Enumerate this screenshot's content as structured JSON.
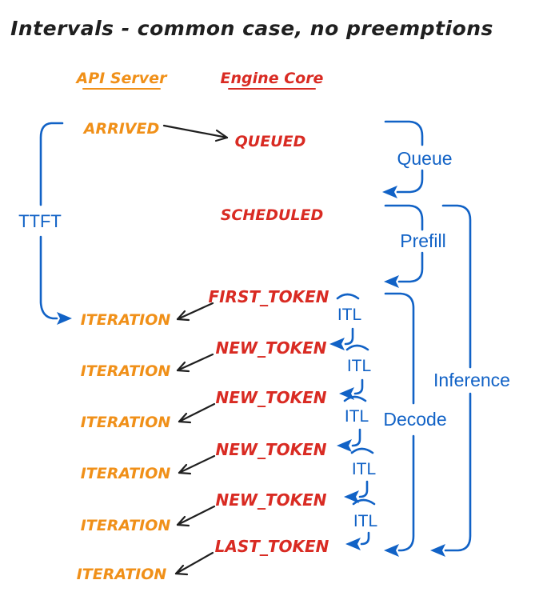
{
  "title": "Intervals - common case, no preemptions",
  "columns": {
    "api_server": "API Server",
    "engine_core": "Engine Core"
  },
  "events": {
    "arrived": "ARRIVED",
    "queued": "QUEUED",
    "scheduled": "SCHEDULED",
    "first_token": "FIRST_TOKEN",
    "new_token": "NEW_TOKEN",
    "last_token": "LAST_TOKEN",
    "iteration": "ITERATION"
  },
  "intervals": {
    "ttft": "TTFT",
    "queue": "Queue",
    "prefill": "Prefill",
    "itl": "ITL",
    "decode": "Decode",
    "inference": "Inference"
  },
  "colors": {
    "api_server": "#f09019",
    "engine_core": "#d92b23",
    "interval": "#1162c6",
    "ink": "#1f1f1f",
    "background": "#ffffff"
  }
}
